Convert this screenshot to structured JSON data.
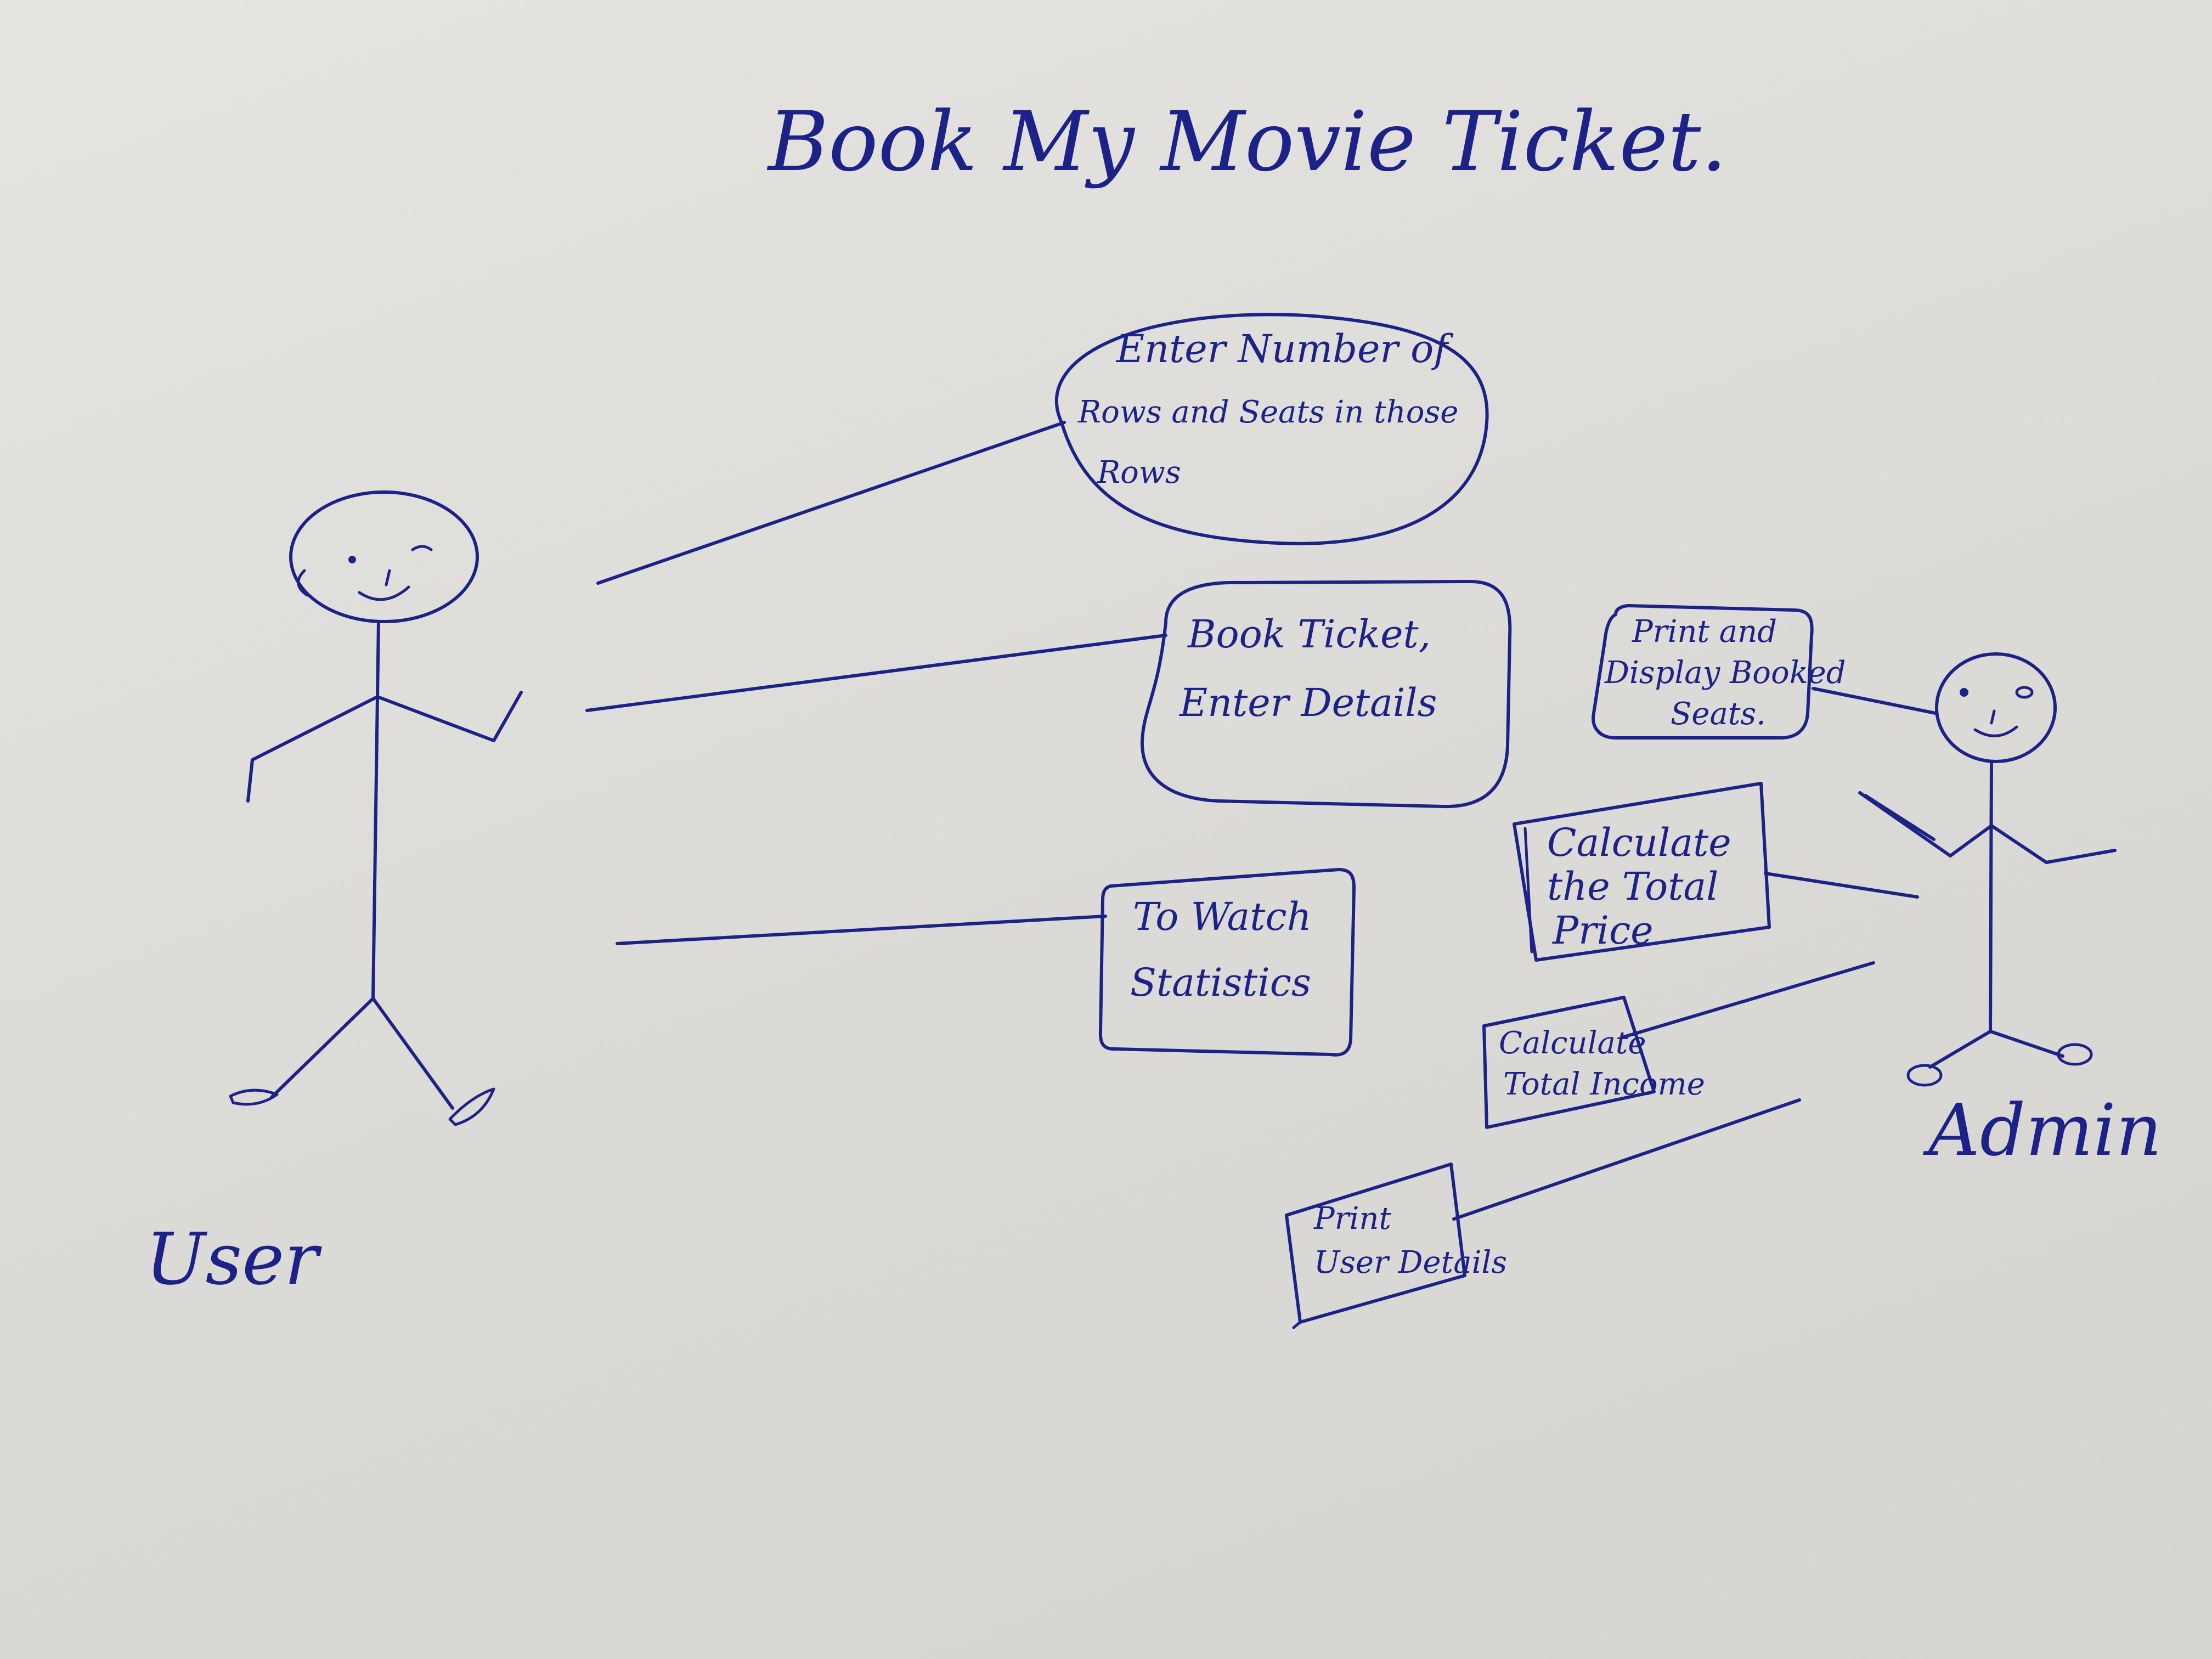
{
  "title": "Book My Movie Ticket.",
  "actors": {
    "user": {
      "label": "User"
    },
    "admin": {
      "label": "Admin"
    }
  },
  "use_cases": {
    "enter_rows": {
      "lines": [
        "Enter Number of",
        "Rows and Seats in those",
        "Rows"
      ]
    },
    "book_ticket": {
      "lines": [
        "Book Ticket,",
        "Enter Details"
      ]
    },
    "watch_statistics": {
      "lines": [
        "To Watch",
        "Statistics"
      ]
    },
    "print_booked_seats": {
      "lines": [
        "Print and",
        "Display Booked",
        "Seats."
      ]
    },
    "calculate_total_price": {
      "lines": [
        "Calculate",
        "the Total",
        "Price"
      ]
    },
    "calculate_total_income": {
      "lines": [
        "Calculate",
        "Total Income"
      ]
    },
    "print_user_details": {
      "lines": [
        "Print",
        "User Details"
      ]
    }
  },
  "colors": {
    "ink": "#1d2288",
    "paper": "#e2e0dc"
  }
}
